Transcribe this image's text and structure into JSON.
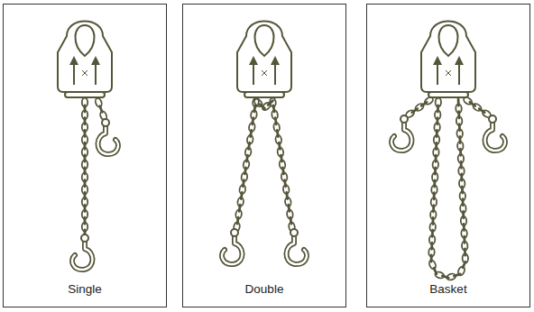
{
  "diagram": {
    "nodes": [
      {
        "text": [
          "Single"
        ]
      },
      {
        "text": [
          "Double"
        ]
      },
      {
        "text": [
          "Basket"
        ]
      }
    ]
  }
}
